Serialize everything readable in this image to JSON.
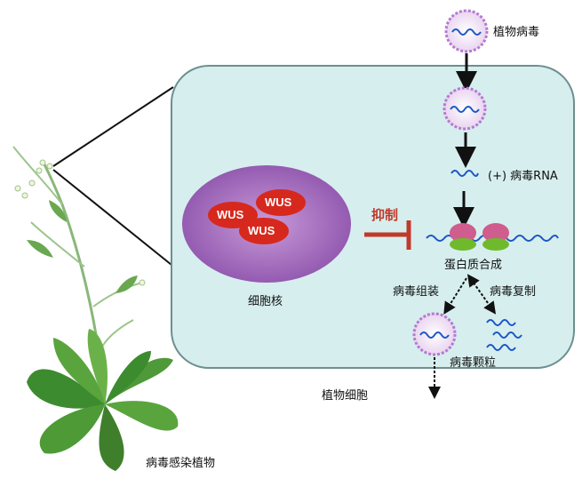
{
  "labels": {
    "plant_virus": "植物病毒",
    "positive_rna": "(+) 病毒RNA",
    "inhibition": "抑制",
    "protein_synthesis": "蛋白质合成",
    "virus_assembly": "病毒组装",
    "virus_replication": "病毒复制",
    "virus_particle": "病毒颗粒",
    "nucleus": "细胞核",
    "plant_cell": "植物细胞",
    "infected_plant": "病毒感染植物"
  },
  "wus": [
    "WUS",
    "WUS",
    "WUS"
  ],
  "colors": {
    "cell_fill": "#d7eeee",
    "cell_stroke": "#6d8f8f",
    "nucleus_fill": "#a86ec0",
    "wus_fill": "#d7281d",
    "inhibit": "#c0392b",
    "virus_outer": "#b57ad0",
    "virus_inner": "#f2e4f7",
    "rna": "#1a57c6",
    "ribosome_pink": "#cf5d8d",
    "ribosome_green": "#6fba2c"
  },
  "icons": [
    "virus-particle-icon",
    "ribosome-icon",
    "inhibit-arrow-icon",
    "plant-icon"
  ]
}
